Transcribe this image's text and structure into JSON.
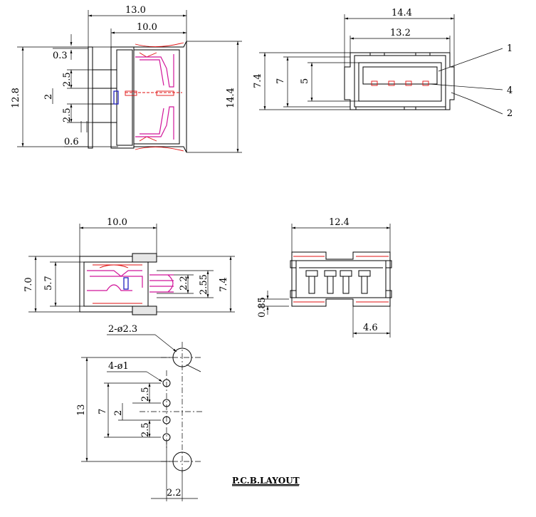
{
  "top_left_view": {
    "dims": {
      "d_13_0": "13.0",
      "d_10_0": "10.0",
      "d_0_3": "0.3",
      "d_12_8": "12.8",
      "d_2_5a": "2.5",
      "d_2": "2",
      "d_2_5b": "2.5",
      "d_0_6": "0.6",
      "d_14_4": "14.4"
    }
  },
  "top_right_view": {
    "dims": {
      "d_14_4": "14.4",
      "d_13_2": "13.2",
      "d_7_4": "7.4",
      "d_7": "7",
      "d_5": "5"
    },
    "callouts": {
      "c1": "1",
      "c4": "4",
      "c2": "2"
    }
  },
  "mid_left_view": {
    "dims": {
      "d_10_0": "10.0",
      "d_7_0": "7.0",
      "d_5_7": "5.7",
      "d_2_2": "2.2",
      "d_2_55": "2.55",
      "d_7_4": "7.4"
    }
  },
  "mid_right_view": {
    "dims": {
      "d_12_4": "12.4",
      "d_0_85": "0.85",
      "d_4_6": "4.6"
    }
  },
  "pcb_layout": {
    "dims": {
      "holes_large": "2-ø2.3",
      "holes_small": "4-ø1",
      "d_13": "13",
      "d_7": "7",
      "d_2_5a": "2.5",
      "d_2": "2",
      "d_2_5b": "2.5",
      "d_2_2": "2.2"
    },
    "title": "P.C.B.LAYOUT"
  }
}
